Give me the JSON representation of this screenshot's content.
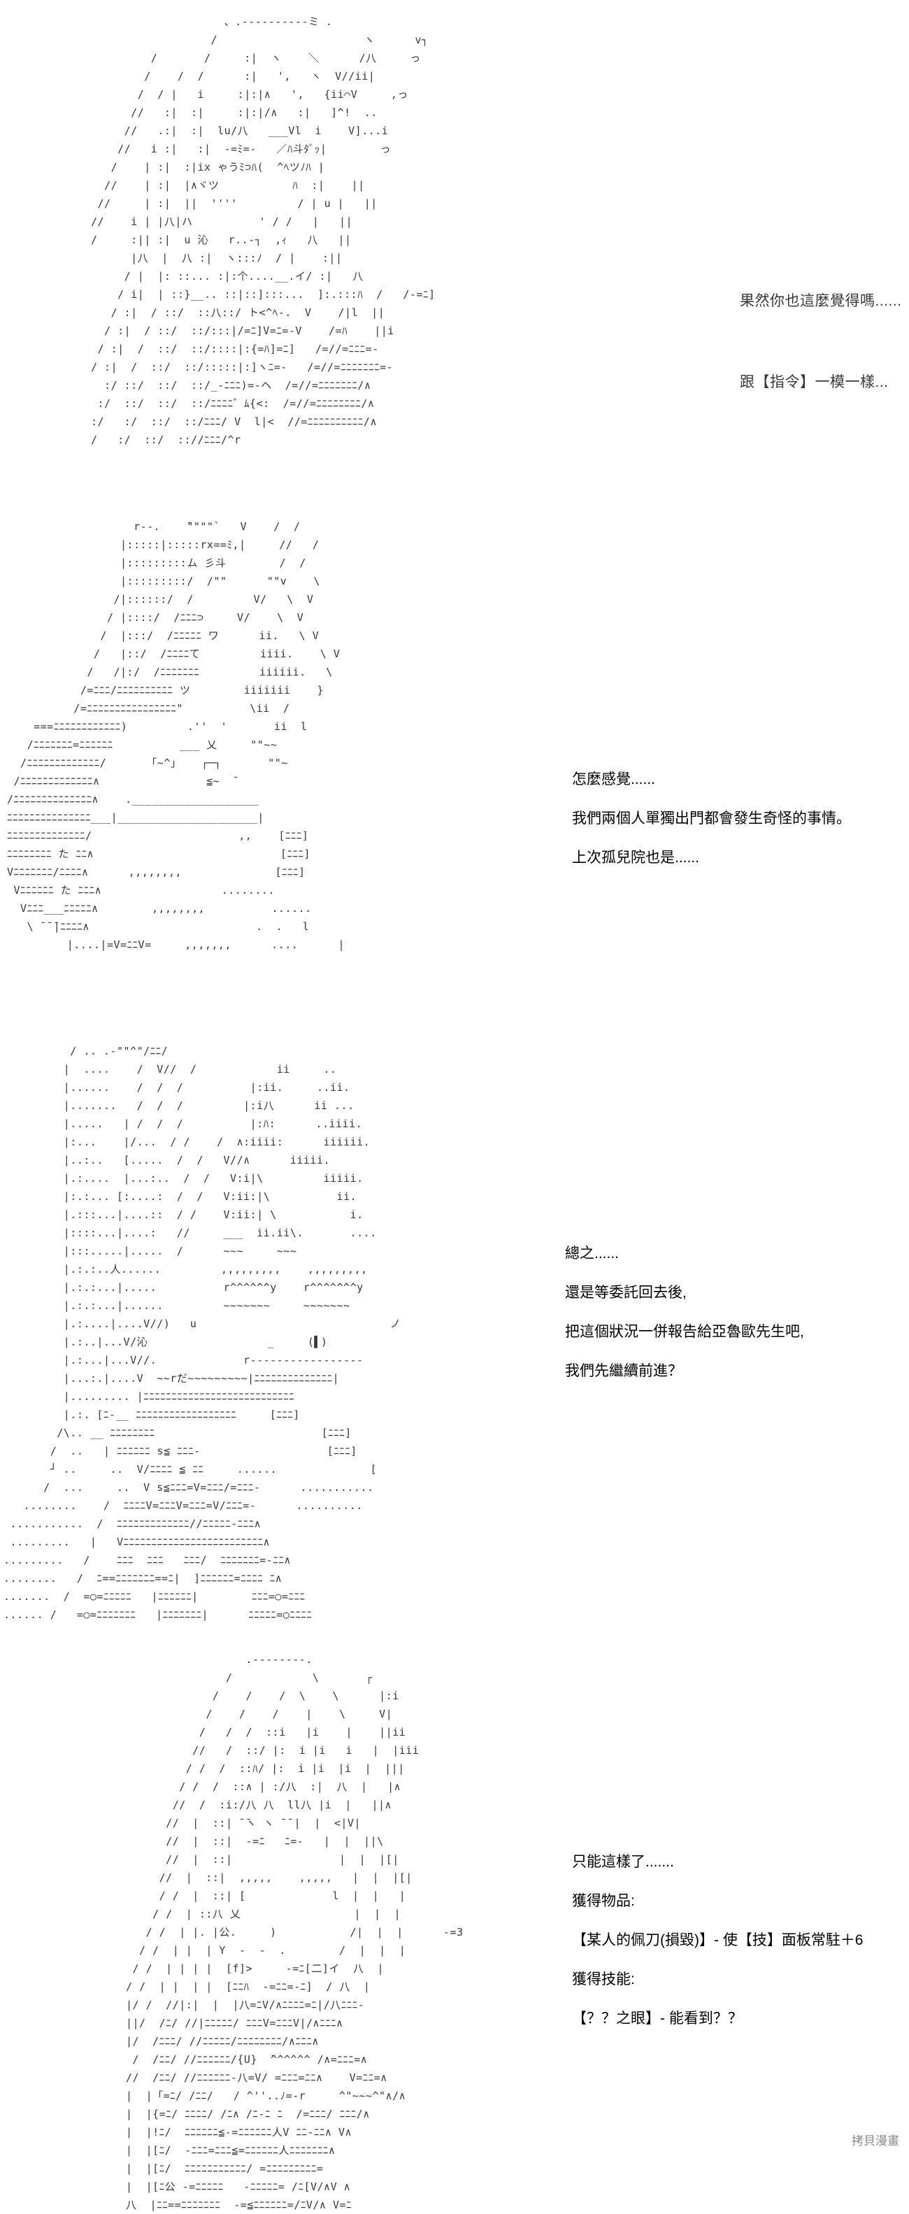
{
  "panels": [
    {
      "lines": [
        "果然你也這麼覺得嗎......",
        "跟【指令】一模一樣..."
      ]
    },
    {
      "lines": [
        "怎麼感覺......",
        "我們兩個人單獨出門都會發生奇怪的事情。",
        "上次孤兒院也是......"
      ]
    },
    {
      "lines": [
        "總之......",
        "還是等委託回去後,",
        "把這個狀況一併報告給亞魯歐先生吧,",
        "我們先繼續前進？"
      ]
    },
    {
      "lines": [
        "只能這樣了.......",
        "獲得物品:",
        "【某人的佩刀(損毀)】- 使【技】面板常駐＋6",
        "獲得技能:",
        "【？？之眼】- 能看到？？"
      ]
    }
  ],
  "watermark": "拷貝漫畫"
}
